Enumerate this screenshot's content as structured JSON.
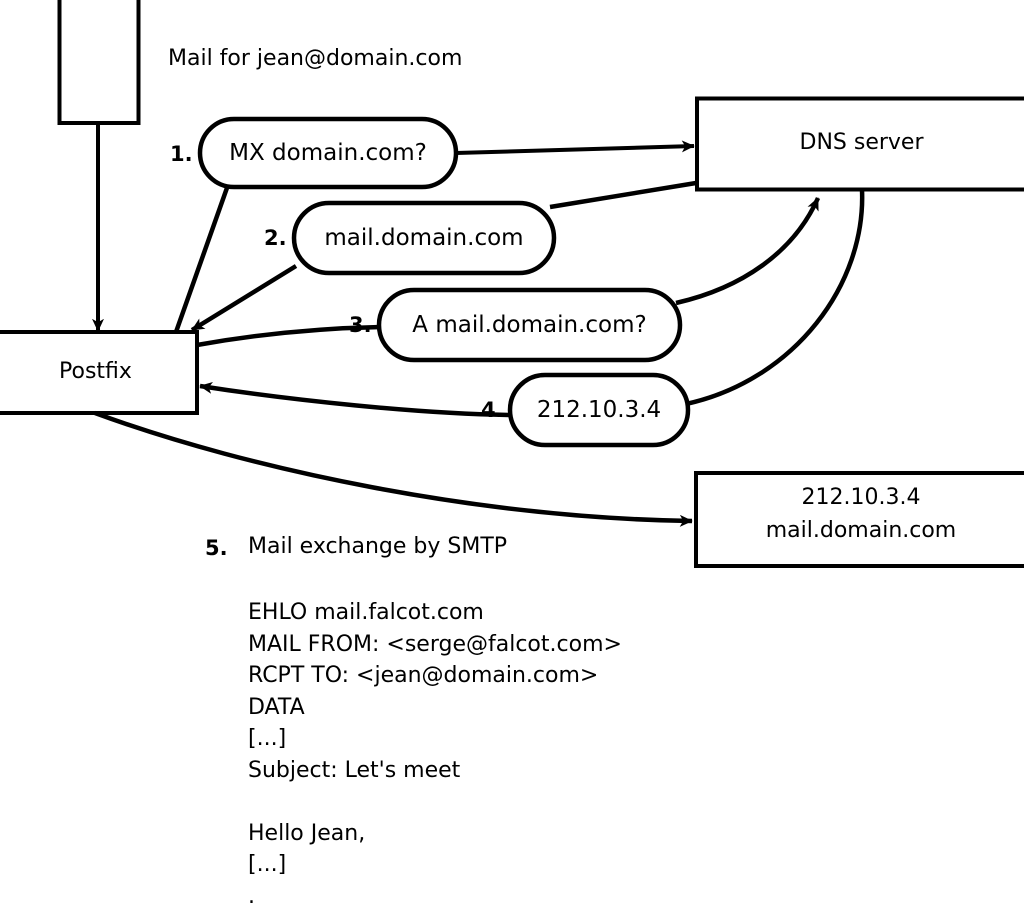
{
  "diagram": {
    "title_label": "Mail for jean@domain.com",
    "nodes": {
      "source_box": {
        "label": ""
      },
      "postfix": {
        "label": "Postfix"
      },
      "dns_server": {
        "label": "DNS server"
      },
      "target_server": {
        "line1": "212.10.3.4",
        "line2": "mail.domain.com"
      }
    },
    "steps": [
      {
        "number": "1.",
        "text": "MX domain.com?"
      },
      {
        "number": "2.",
        "text": "mail.domain.com"
      },
      {
        "number": "3.",
        "text": "A mail.domain.com?"
      },
      {
        "number": "4.",
        "text": "212.10.3.4"
      }
    ],
    "step5": {
      "number": "5.",
      "text": "Mail exchange by SMTP"
    },
    "smtp_transcript": [
      "EHLO mail.falcot.com",
      "MAIL FROM: <serge@falcot.com>",
      "RCPT TO: <jean@domain.com>",
      "DATA",
      "[...]",
      "Subject: Let's meet",
      "",
      "Hello Jean,",
      "[...]",
      "."
    ],
    "colors": {
      "stroke": "#000000",
      "fill": "#ffffff",
      "text": "#000000"
    }
  }
}
